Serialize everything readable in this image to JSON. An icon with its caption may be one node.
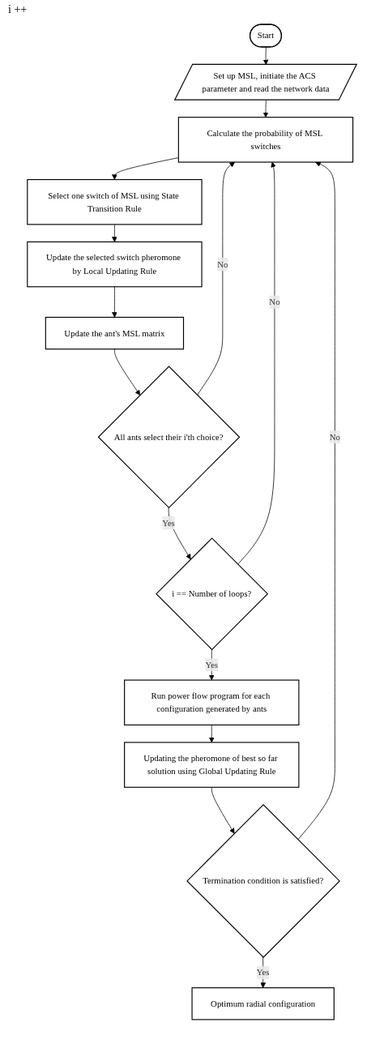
{
  "diagram": {
    "nodes": [
      {
        "text": [
          "Start"
        ]
      },
      {
        "text": [
          "Set up MSL, initiate the ACS parameter and read the network data"
        ]
      },
      {
        "text": [
          "Calculate the probability of MSL switches"
        ]
      },
      {
        "text": [
          "Select one switch of MSL using State Transition Rule"
        ]
      },
      {
        "text": [
          "Update the selected switch pheromone by Local Updating Rule"
        ]
      },
      {
        "text": [
          "Update the ant's MSL matrix"
        ]
      },
      {
        "text": [
          "All ants select their i'th choice?"
        ]
      },
      {
        "text": [
          "i == Number of loops?"
        ]
      },
      {
        "text": [
          "Run power flow program for each configuration generated by ants"
        ]
      },
      {
        "text": [
          "Updating the pheromone of best so far solution using Global Updating Rule"
        ]
      },
      {
        "text": [
          "Termination condition is satisfied?"
        ]
      },
      {
        "text": [
          "Optimum radial configuration"
        ]
      }
    ],
    "edges": [
      {
        "from": 0,
        "to": 1,
        "arrow": "to"
      },
      {
        "from": 1,
        "to": 2,
        "arrow": "to"
      },
      {
        "from": 2,
        "to": 3,
        "arrow": "to"
      },
      {
        "from": 3,
        "to": 4,
        "arrow": "to"
      },
      {
        "from": 4,
        "to": 5,
        "arrow": "to"
      },
      {
        "from": 5,
        "to": 6,
        "arrow": "to"
      },
      {
        "from": 6,
        "to": 2,
        "arrow": "to",
        "label": "No"
      },
      {
        "from": 6,
        "to": 7,
        "arrow": "to",
        "label": "Yes"
      },
      {
        "from": 7,
        "to": 2,
        "arrow": "to",
        "label": "No"
      },
      {
        "from": 7,
        "to": 8,
        "arrow": "to",
        "label": "Yes"
      },
      {
        "from": 8,
        "to": 9,
        "arrow": "to"
      },
      {
        "from": 9,
        "to": 10,
        "arrow": "to"
      },
      {
        "from": 10,
        "to": 2,
        "arrow": "to",
        "label": "No"
      },
      {
        "from": 10,
        "to": 11,
        "arrow": "to",
        "label": "Yes"
      }
    ],
    "labels": [
      "i ++"
    ]
  }
}
